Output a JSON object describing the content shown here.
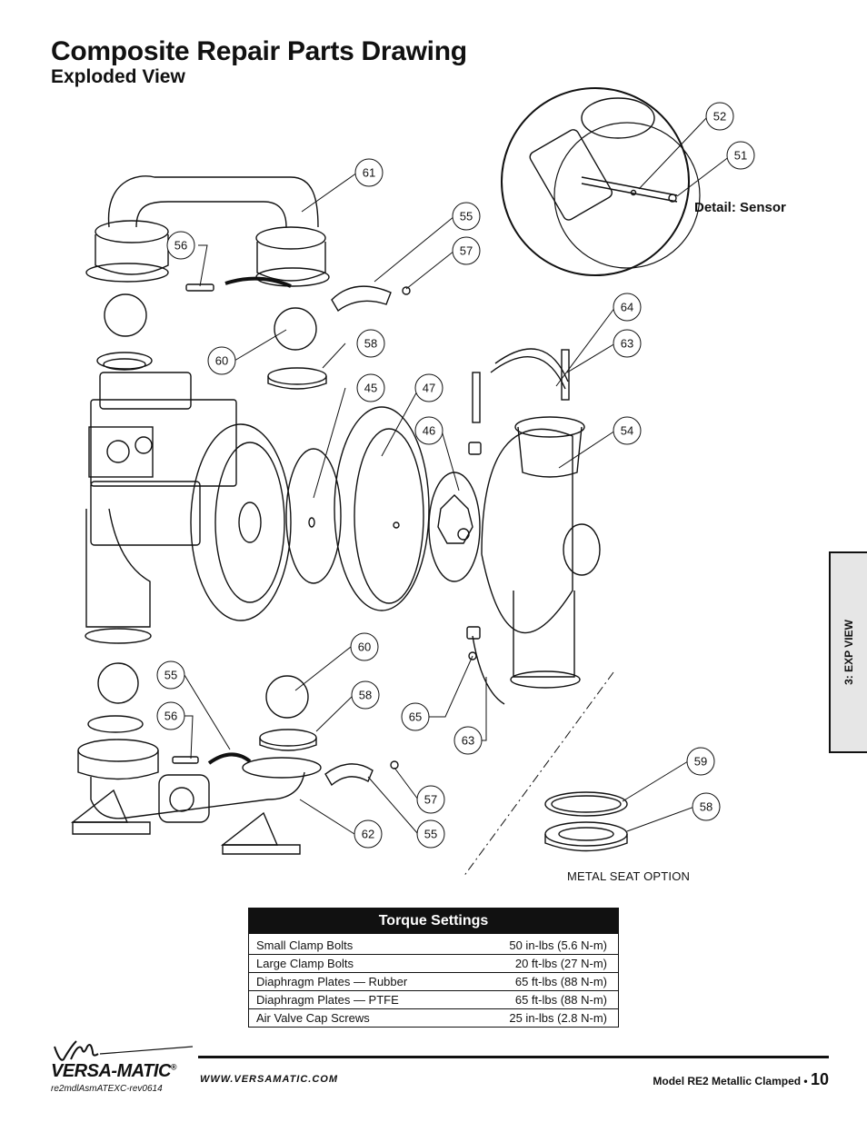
{
  "header": {
    "title": "Composite Repair Parts Drawing",
    "subtitle": "Exploded View"
  },
  "drawing": {
    "detail_label": "Detail: Sensor",
    "metal_seat_label": "METAL SEAT OPTION",
    "callouts": [
      "52",
      "51",
      "61",
      "55",
      "57",
      "56",
      "58",
      "60",
      "64",
      "63",
      "45",
      "47",
      "46",
      "54",
      "60",
      "58",
      "55",
      "56",
      "65",
      "63",
      "59",
      "58",
      "57",
      "55",
      "62"
    ]
  },
  "side_tab": {
    "label": "3: EXP VIEW"
  },
  "torque": {
    "heading": "Torque Settings",
    "rows": [
      {
        "item": "Small Clamp Bolts",
        "value": "50 in-lbs (5.6 N-m)"
      },
      {
        "item": "Large Clamp Bolts",
        "value": "20 ft-lbs (27 N-m)"
      },
      {
        "item": "Diaphragm Plates — Rubber",
        "value": "65 ft-lbs (88 N-m)"
      },
      {
        "item": "Diaphragm Plates — PTFE",
        "value": "65 ft-lbs (88 N-m)"
      },
      {
        "item": "Air Valve Cap Screws",
        "value": "25 in-lbs (2.8 N-m)"
      }
    ]
  },
  "footer": {
    "brand": "VERSA-MATIC",
    "brand_mark": "®",
    "doc_id": "re2mdlAsmATEXC-rev0614",
    "website": "WWW.VERSAMATIC.COM",
    "model": "Model RE2 Metallic Clamped •",
    "page_number": "10"
  }
}
